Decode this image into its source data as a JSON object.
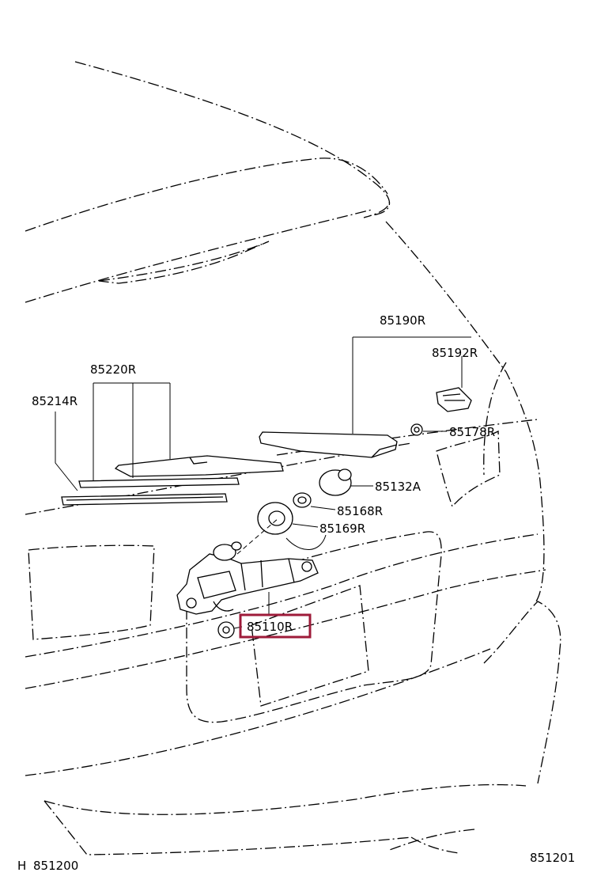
{
  "colors": {
    "highlight": "#9e1b3a",
    "line": "#000000"
  },
  "labels": {
    "p85190R": "85190R",
    "p85192R": "85192R",
    "p85220R": "85220R",
    "p85214R": "85214R",
    "p85178R": "85178R",
    "p85132A": "85132A",
    "p85168R": "85168R",
    "p85169R": "85169R",
    "p85110R": "85110R"
  },
  "footer": {
    "prefix": "H",
    "left_code": "851200",
    "right_code": "851201"
  }
}
